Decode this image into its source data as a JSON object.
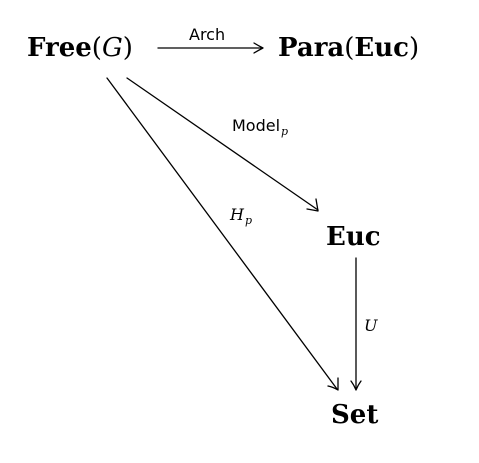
{
  "nodes": {
    "free": {
      "bold": "Free",
      "open": "(",
      "var": "G",
      "close": ")"
    },
    "para": {
      "bold_a": "Para",
      "open": "(",
      "bold_b": "Euc",
      "close": ")"
    },
    "euc": {
      "label": "Euc"
    },
    "set": {
      "label": "Set"
    }
  },
  "arrows": {
    "arch": {
      "label": "Arch"
    },
    "model": {
      "label": "Model",
      "sub": "p"
    },
    "hp": {
      "label": "H",
      "sub": "p"
    },
    "u": {
      "label": "U"
    }
  }
}
